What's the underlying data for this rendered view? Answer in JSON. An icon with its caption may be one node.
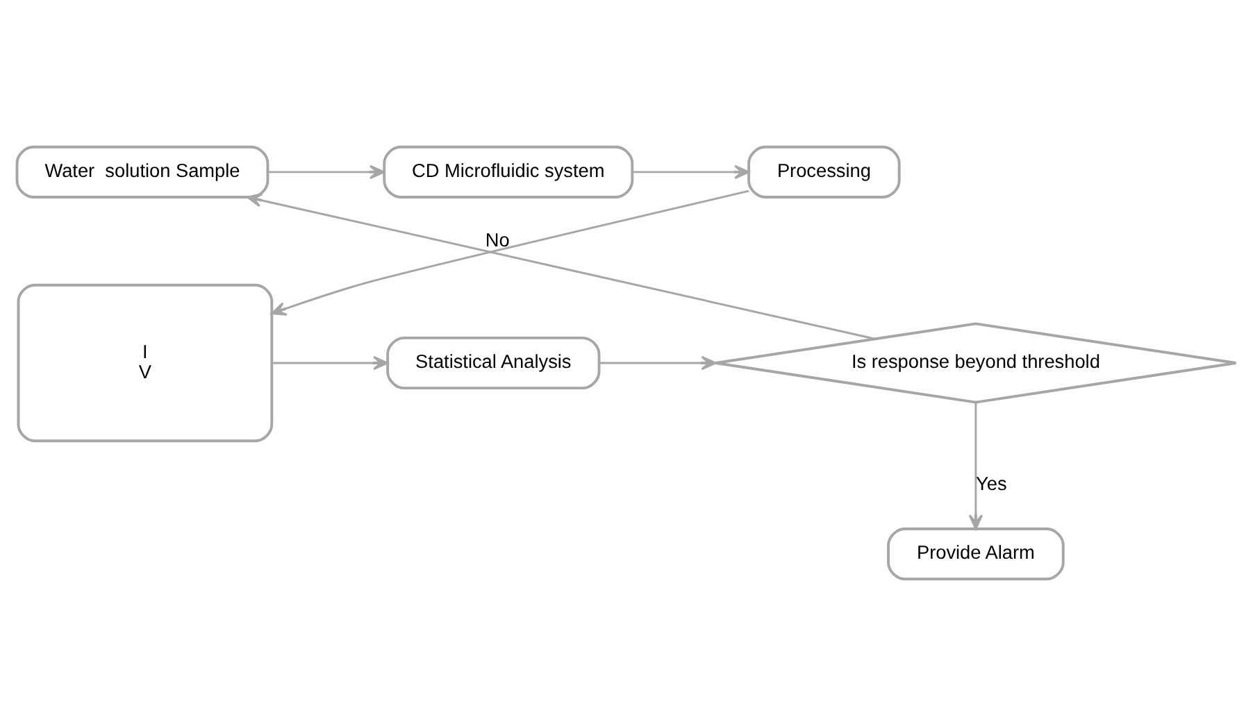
{
  "diagram": {
    "nodes": [
      {
        "text": [
          "Water  solution Sample"
        ]
      },
      {
        "text": [
          "CD Microfluidic system"
        ]
      },
      {
        "text": [
          "Processing"
        ]
      },
      {
        "text": [
          "I",
          "V"
        ]
      },
      {
        "text": [
          "Statistical Analysis"
        ]
      },
      {
        "text": [
          "Is response beyond threshold"
        ]
      },
      {
        "text": [
          "Provide Alarm"
        ]
      }
    ],
    "edges": [
      {
        "from": 0,
        "to": 1,
        "arrow": "to"
      },
      {
        "from": 1,
        "to": 2,
        "arrow": "to"
      },
      {
        "from": 2,
        "to": 3,
        "arrow": "to"
      },
      {
        "from": 3,
        "to": 4,
        "arrow": "to"
      },
      {
        "from": 4,
        "to": 5,
        "arrow": "to"
      },
      {
        "from": 5,
        "to": 0,
        "arrow": "to",
        "label": "No"
      },
      {
        "from": 5,
        "to": 6,
        "arrow": "to",
        "label": "Yes"
      }
    ]
  }
}
